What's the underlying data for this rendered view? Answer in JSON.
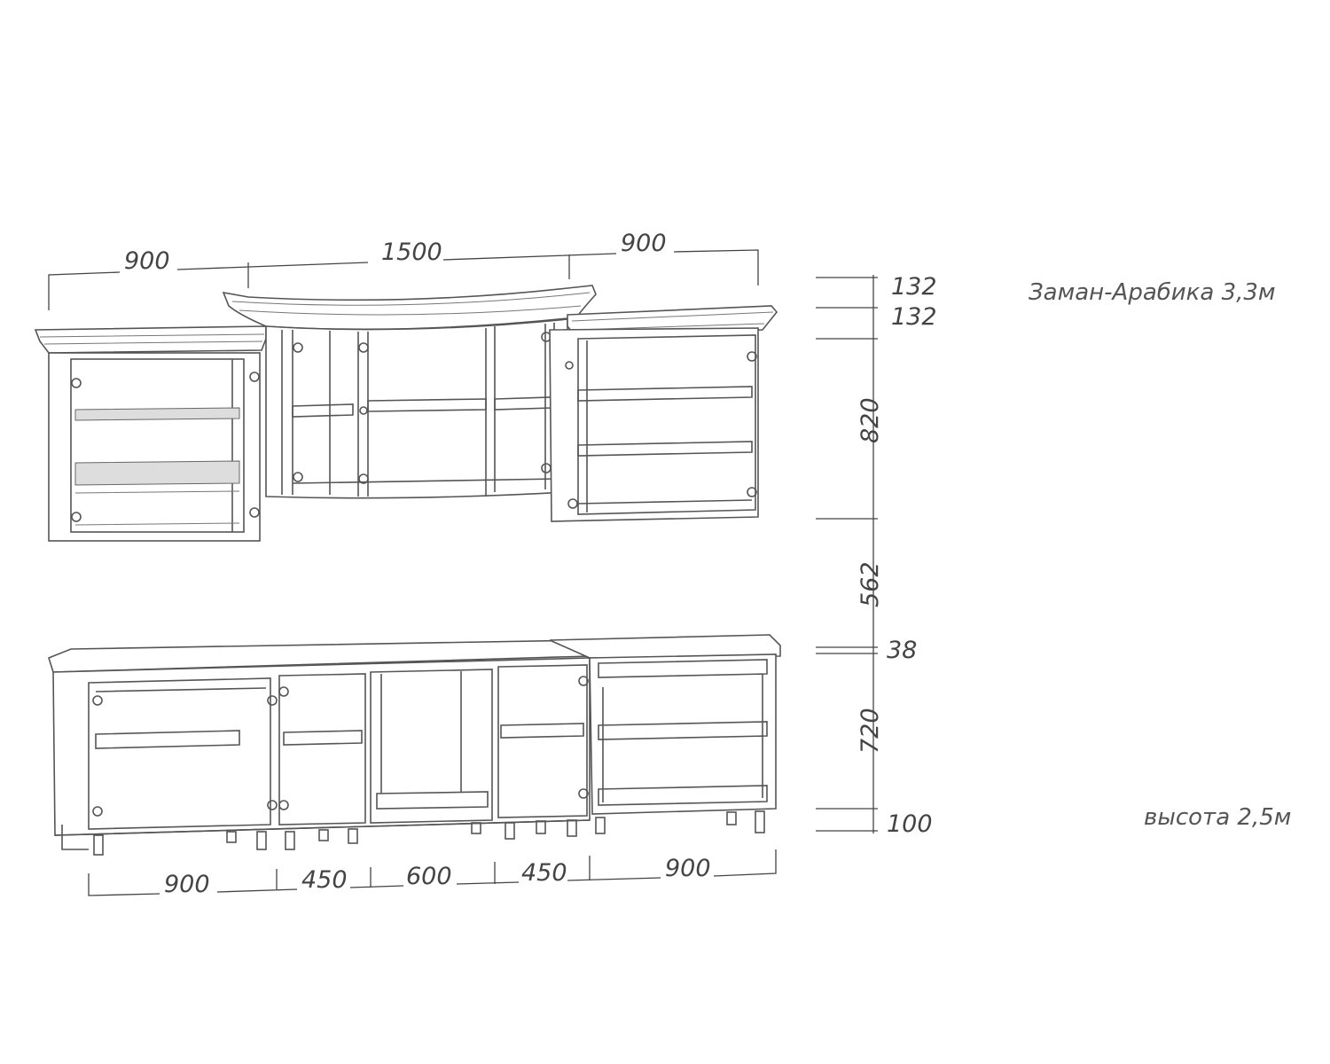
{
  "title": "Заман-Арабика 3,3м",
  "height_note": "высота 2,5м",
  "dimensions": {
    "top": [
      "900",
      "1500",
      "900"
    ],
    "right": [
      "132",
      "132",
      "820",
      "562",
      "38",
      "720",
      "100"
    ],
    "bottom": [
      "900",
      "450",
      "600",
      "450",
      "900"
    ]
  }
}
